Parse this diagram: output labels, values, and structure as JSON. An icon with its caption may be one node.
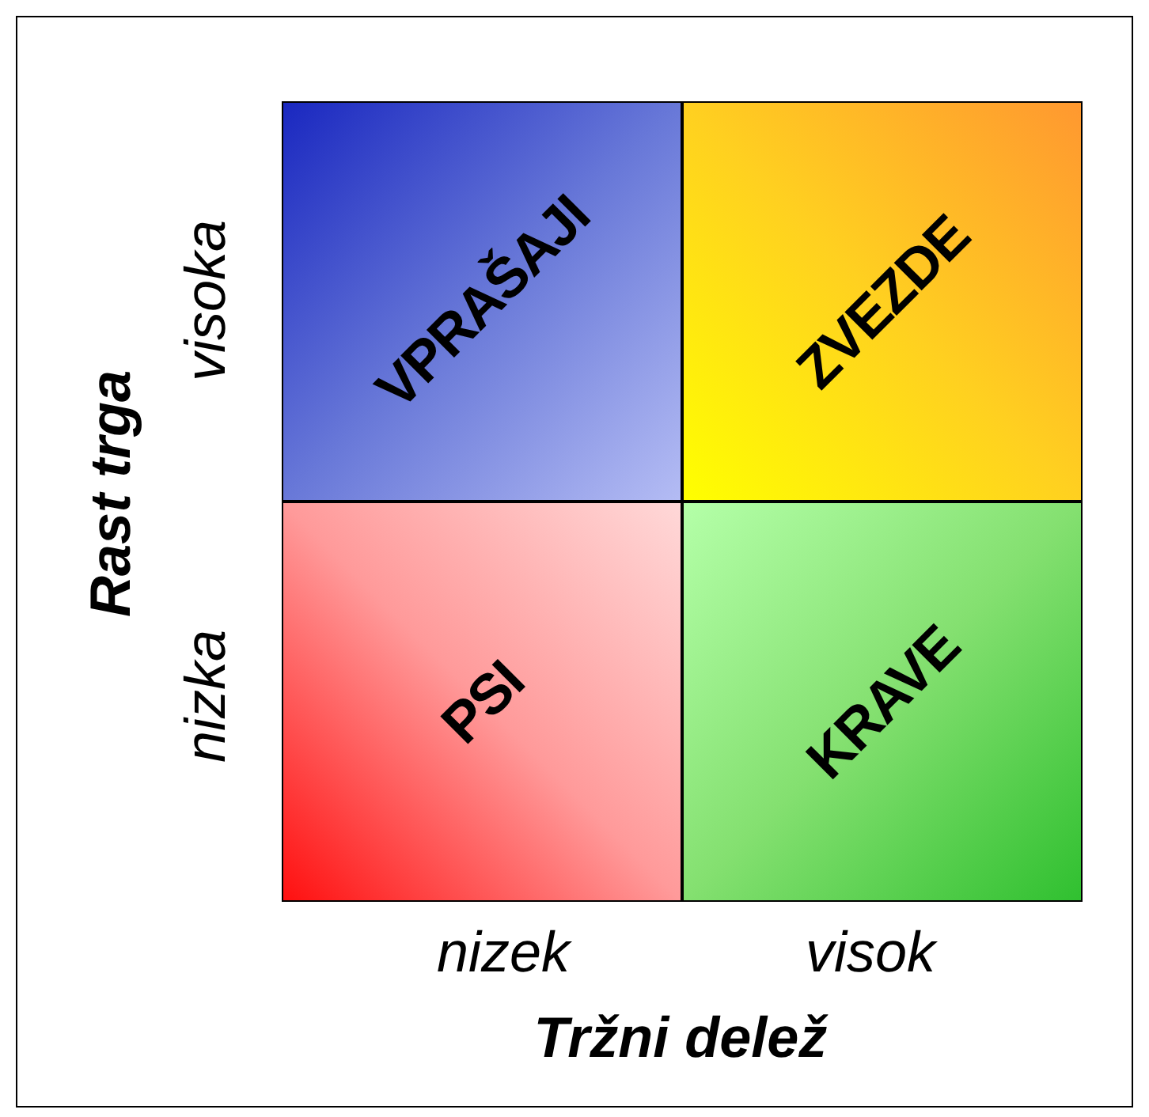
{
  "diagram": {
    "nodes": [
      {
        "text": [
          "VPRAŠAJI"
        ]
      },
      {
        "text": [
          "ZVEZDE"
        ]
      },
      {
        "text": [
          "PSI"
        ]
      },
      {
        "text": [
          "KRAVE"
        ]
      }
    ],
    "labels": [
      "Rast trga",
      "visoka",
      "nizka",
      "nizek",
      "visok",
      "Tržni delež"
    ]
  }
}
